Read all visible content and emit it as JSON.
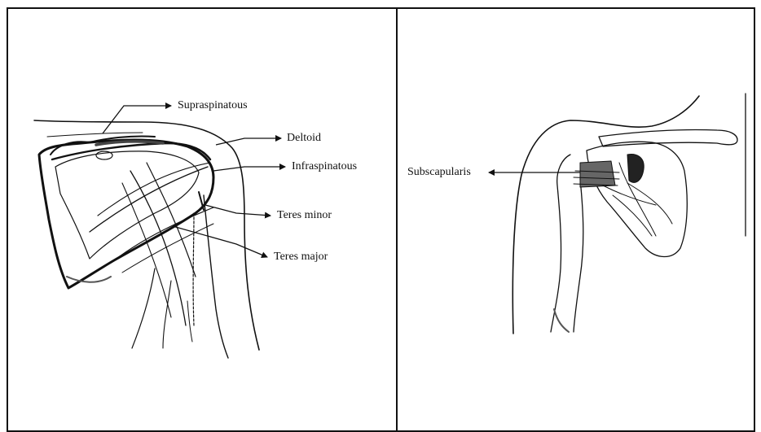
{
  "posterior_panel": {
    "labels": {
      "supraspinatous": "Supraspinatous",
      "deltoid": "Deltoid",
      "infraspinatous": "Infraspinatous",
      "teres_minor": "Teres minor",
      "teres_major": "Teres major"
    }
  },
  "anterior_panel": {
    "labels": {
      "subscapularis": "Subscapularis"
    }
  }
}
